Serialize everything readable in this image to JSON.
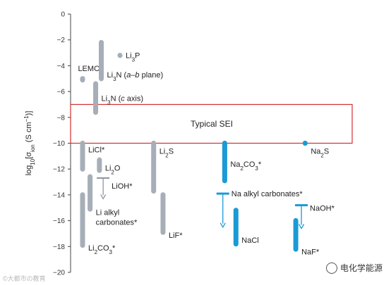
{
  "chart_data": {
    "type": "range-bar",
    "ylabel": "log10[σion (S cm⁻¹)]",
    "ylim": [
      -20,
      0
    ],
    "yticks": [
      0,
      -2,
      -4,
      -6,
      -8,
      -10,
      -12,
      -14,
      -16,
      -18,
      -20
    ],
    "grid": false,
    "band": {
      "label": "Typical SEI",
      "range": [
        -10,
        -7
      ],
      "color": "#d32f2f"
    },
    "colors": {
      "lithium": "#a6aeb8",
      "sodium": "#1a9ad6",
      "arrow_lithium": "#8c96a0",
      "arrow_sodium": "#1a9ad6"
    },
    "bars": [
      {
        "name": "LEMC",
        "family": "lithium",
        "col": 0,
        "range": [
          -5.3,
          -4.8
        ],
        "label_y": -4.2,
        "label_side": "left"
      },
      {
        "name": "Li3P",
        "family": "lithium",
        "col": 2,
        "range": [
          -3.4,
          -3.0
        ],
        "label_y": -3.2,
        "label_side": "right"
      },
      {
        "name": "Li3N (a–b plane)",
        "family": "lithium",
        "col": 1,
        "range": [
          -5.2,
          -2.0
        ],
        "label_y": -4.7,
        "label_side": "right"
      },
      {
        "name": "Li3N (c axis)",
        "family": "lithium",
        "col": 0.7,
        "range": [
          -7.8,
          -5.2
        ],
        "label_y": -6.5,
        "label_side": "right"
      },
      {
        "name": "LiCl*",
        "family": "lithium",
        "col": 0,
        "range": [
          -12.2,
          -9.8
        ],
        "label_y": -10.5,
        "label_side": "right"
      },
      {
        "name": "Li2O",
        "family": "lithium",
        "col": 0.9,
        "range": [
          -12.3,
          -11.1
        ],
        "label_y": -11.9,
        "label_side": "right"
      },
      {
        "name": "Li alkyl carbonates*",
        "family": "lithium",
        "col": 0.4,
        "range": [
          -15.3,
          -12.4
        ],
        "label_y": -16.1,
        "label_side": "right"
      },
      {
        "name": "Li2CO3*",
        "family": "lithium",
        "col": 0,
        "range": [
          -18.1,
          -13.8
        ],
        "label_y": -18.1,
        "label_side": "right"
      },
      {
        "name": "Li2S",
        "family": "lithium",
        "col": 3.8,
        "range": [
          -13.9,
          -9.8
        ],
        "label_y": -10.6,
        "label_side": "right"
      },
      {
        "name": "LiF*",
        "family": "lithium",
        "col": 4.3,
        "range": [
          -17.1,
          -13.8
        ],
        "label_y": -17.1,
        "label_side": "right"
      },
      {
        "name": "Na2CO3*",
        "family": "sodium",
        "col": 7.6,
        "range": [
          -13.1,
          -9.8
        ],
        "label_y": -11.6,
        "label_side": "right"
      },
      {
        "name": "NaCl",
        "family": "sodium",
        "col": 8.2,
        "range": [
          -18.0,
          -15.0
        ],
        "label_y": -17.5,
        "label_side": "right"
      },
      {
        "name": "Na2S",
        "family": "sodium",
        "col": 11.9,
        "range": [
          -10.2,
          -9.8
        ],
        "label_y": -10.6,
        "label_side": "right"
      },
      {
        "name": "NaF*",
        "family": "sodium",
        "col": 11.4,
        "range": [
          -18.4,
          -15.8
        ],
        "label_y": -18.4,
        "label_side": "right"
      }
    ],
    "arrows": [
      {
        "name": "LiOH*",
        "family": "lithium",
        "col": 1.1,
        "top": -12.7,
        "bottom": -14.3,
        "label_y": -13.3
      },
      {
        "name": "Na alkyl carbonates*",
        "family": "sodium",
        "col": 7.5,
        "top": -13.9,
        "bottom": -16.5,
        "label_y": -13.9
      },
      {
        "name": "NaOH*",
        "family": "sodium",
        "col": 11.7,
        "top": -14.8,
        "bottom": -16.6,
        "label_y": -15.0
      }
    ]
  },
  "watermark": {
    "left_text": "©大都市の教育",
    "right_text": "电化学能源"
  }
}
